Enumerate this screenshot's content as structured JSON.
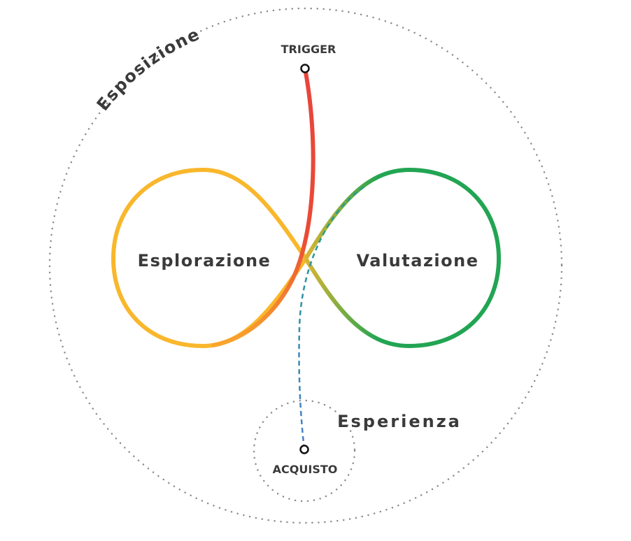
{
  "labels": {
    "exposure": "Esposizione",
    "trigger": "TRIGGER",
    "exploration": "Esplorazione",
    "evaluation": "Valutazione",
    "experience": "Esperienza",
    "purchase": "ACQUISTO"
  },
  "colors": {
    "yellow": "#f9b72c",
    "green": "#22a553",
    "red": "#e8453c",
    "teal": "#1f9e8c",
    "blue": "#4a7fc8",
    "dots": "#8a8a8a",
    "text": "#3a3a3a"
  }
}
